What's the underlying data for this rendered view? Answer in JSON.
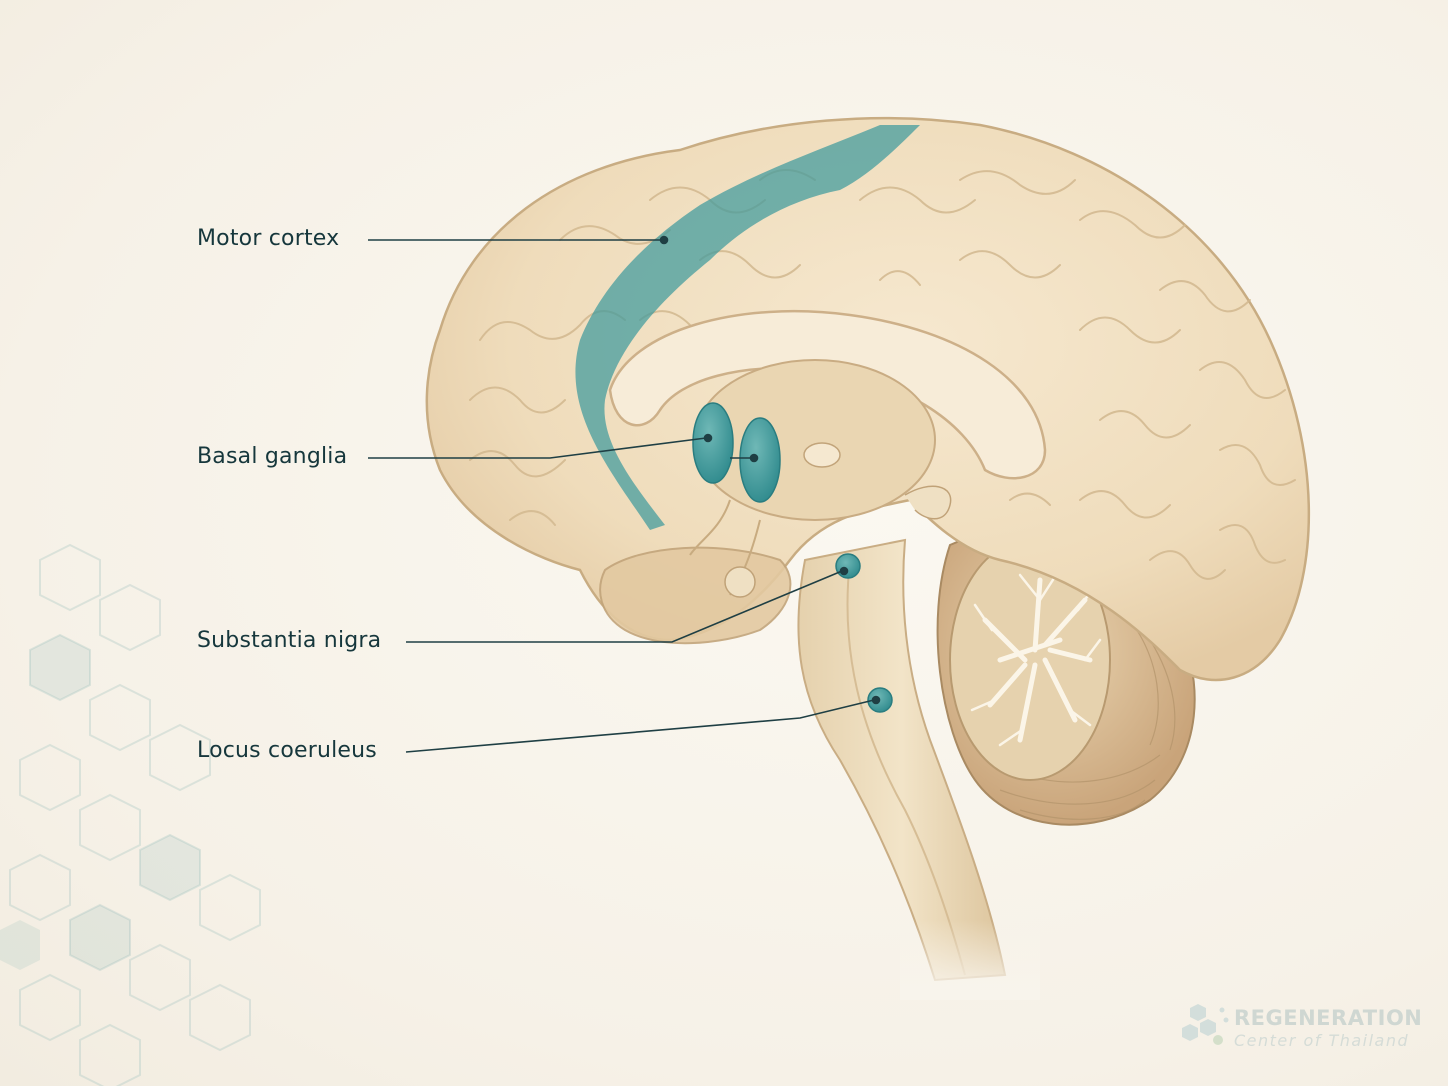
{
  "labels": {
    "motor_cortex": "Motor cortex",
    "basal_ganglia": "Basal ganglia",
    "substantia_nigra": "Substantia nigra",
    "locus_coeruleus": "Locus coeruleus"
  },
  "logo": {
    "title": "REGENERATION",
    "subtitle": "Center of Thailand"
  },
  "colors": {
    "highlight": "#3f9a9c",
    "brain": "#f0dfc0",
    "leader_line": "#1f3f44",
    "label_text": "#16373c"
  }
}
